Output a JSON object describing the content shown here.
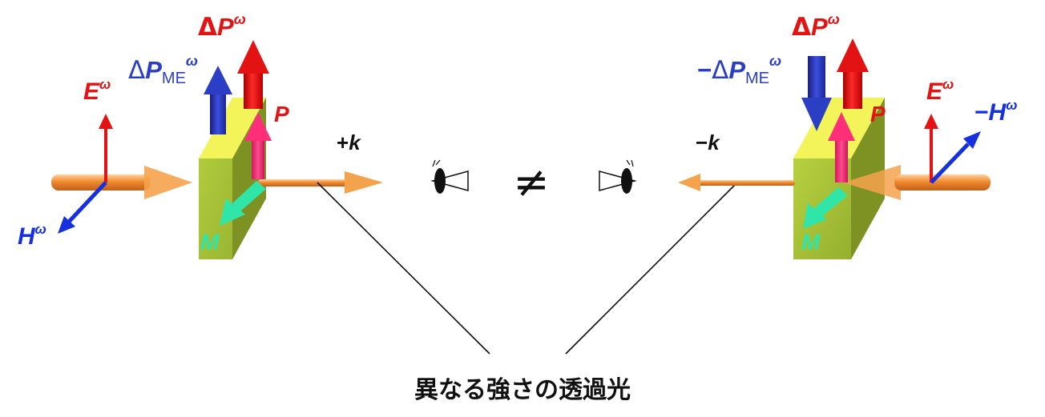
{
  "colors": {
    "electric": "#e41313",
    "magnetic": "#1630e0",
    "me_arrow": "#2b3fc4",
    "light_beam": "#f08a2e",
    "polarization": "#ff2e79",
    "magnetization": "#2fe6a8",
    "crystal_front": "#a9c53a",
    "crystal_top": "#f3f35a"
  },
  "left": {
    "delta_p": {
      "sym": "Δ",
      "var": "P",
      "sup": "ω"
    },
    "delta_p_me": {
      "sym": "Δ",
      "var": "P",
      "sub": "ME",
      "sup": "ω"
    },
    "e_field": {
      "var": "E",
      "sup": "ω"
    },
    "h_field": {
      "var": "H",
      "sup": "ω"
    },
    "p_label": "P",
    "m_label": "M",
    "k_label": {
      "sign": "+",
      "var": "k"
    }
  },
  "right": {
    "delta_p": {
      "sym": "Δ",
      "var": "P",
      "sup": "ω"
    },
    "delta_p_me": {
      "sign": "−",
      "sym": "Δ",
      "var": "P",
      "sub": "ME",
      "sup": "ω"
    },
    "e_field": {
      "var": "E",
      "sup": "ω"
    },
    "h_field": {
      "sign": "−",
      "var": "H",
      "sup": "ω"
    },
    "p_label": "P",
    "m_label": "M",
    "k_label": {
      "sign": "−",
      "var": "k"
    }
  },
  "not_equal": "≠",
  "caption": "異なる強さの透過光",
  "icons": [
    "eye-icon-left",
    "eye-icon-right"
  ]
}
